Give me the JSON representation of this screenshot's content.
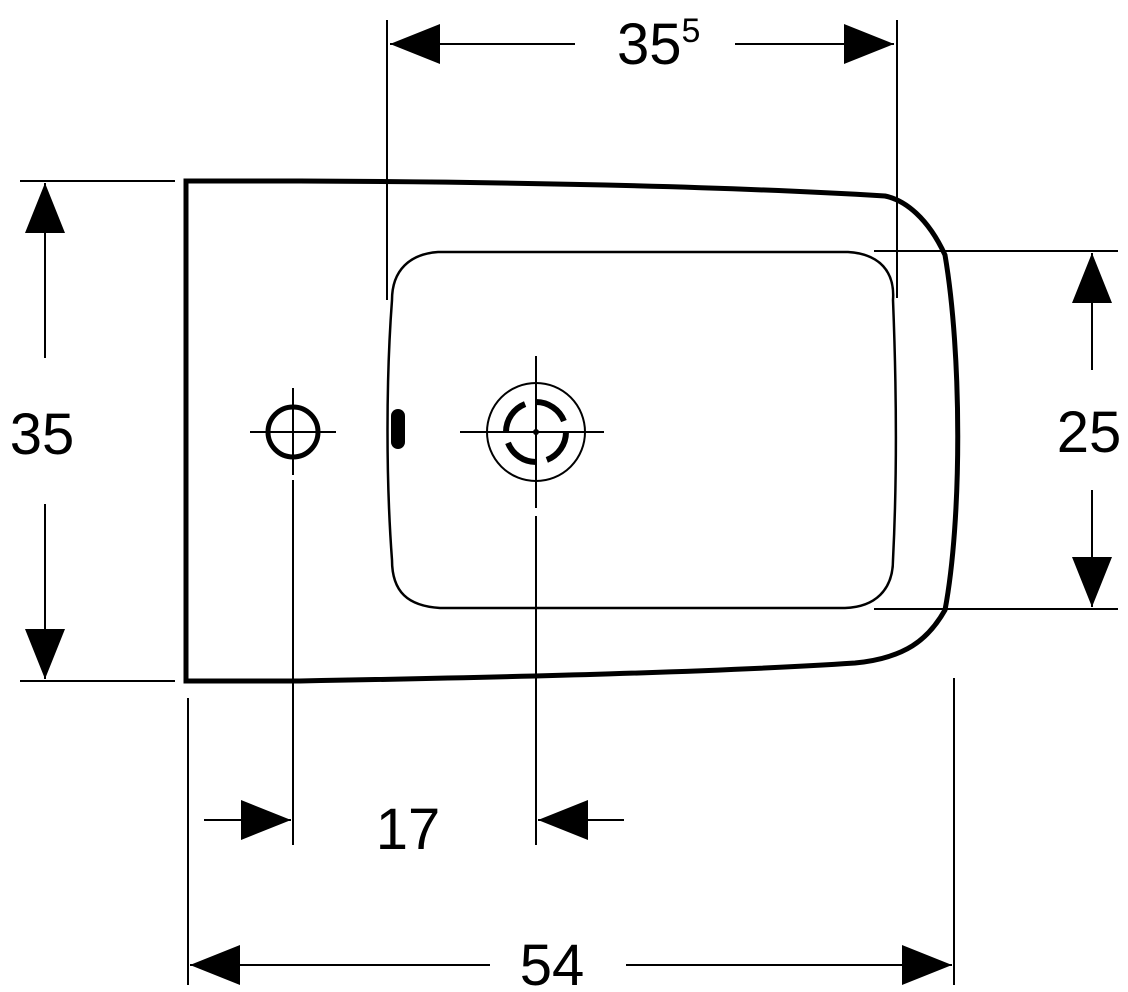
{
  "dimensions": {
    "top_width": {
      "main": "35",
      "superscript": "5"
    },
    "left_height": "35",
    "right_height": "25",
    "hole_offset": "17",
    "total_length": "54"
  },
  "colors": {
    "line": "#000000",
    "background": "#ffffff"
  }
}
